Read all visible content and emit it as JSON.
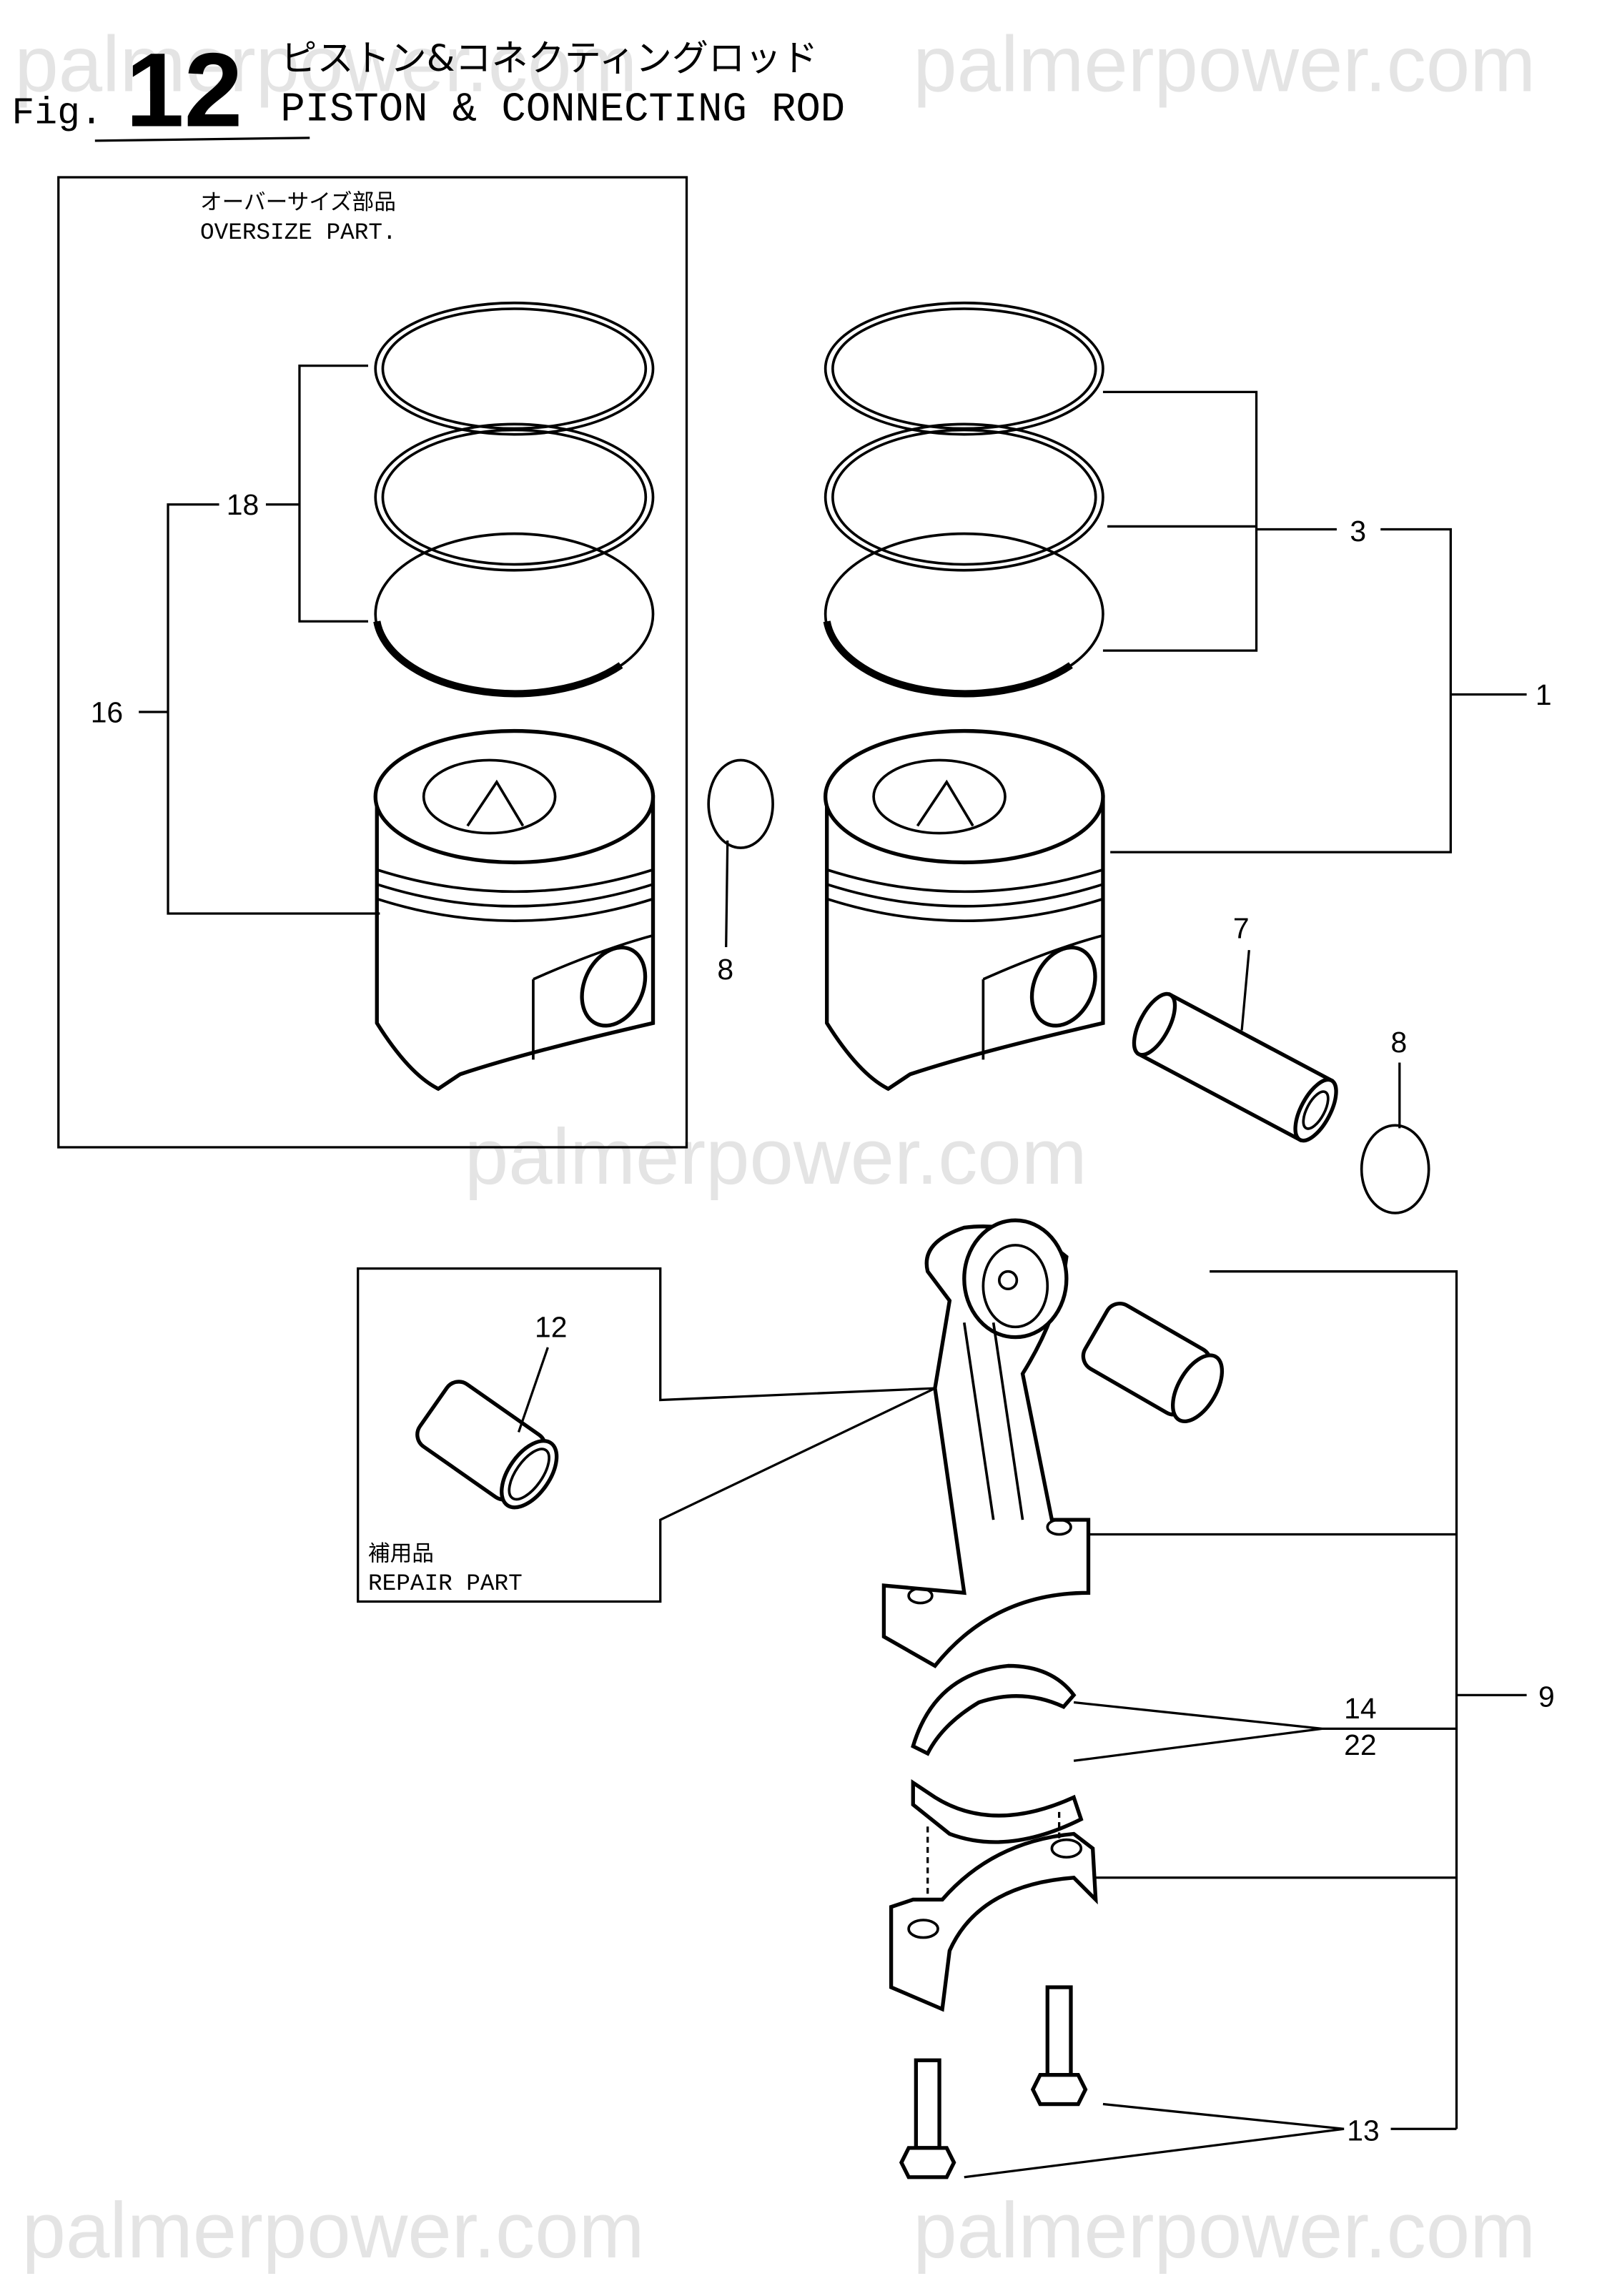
{
  "header": {
    "fig_prefix": "Fig.",
    "fig_number": "12",
    "title_jp": "ピストン&コネクティングロッド",
    "title_en": "PISTON & CONNECTING ROD"
  },
  "oversize_box": {
    "label_jp": "オーバーサイズ部品",
    "label_en": "OVERSIZE PART."
  },
  "repair_box": {
    "label_jp": "補用品",
    "label_en": "REPAIR PART"
  },
  "callouts": {
    "c18": "18",
    "c16": "16",
    "c3": "3",
    "c1": "1",
    "c8a": "8",
    "c7": "7",
    "c8b": "8",
    "c12": "12",
    "c9": "9",
    "c14": "14",
    "c22": "22",
    "c13": "13"
  },
  "watermark": "palmerpower.com"
}
